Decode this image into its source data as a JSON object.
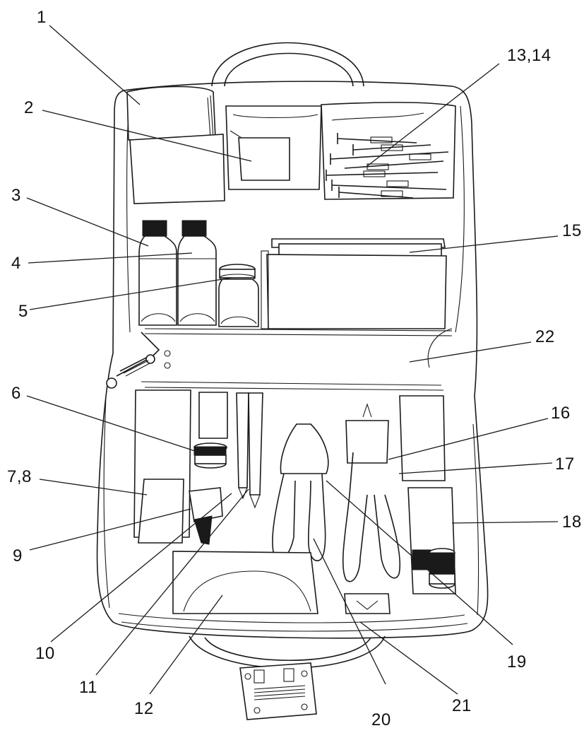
{
  "callouts": [
    {
      "id": "c1",
      "label": "1"
    },
    {
      "id": "c2",
      "label": "2"
    },
    {
      "id": "c3",
      "label": "3"
    },
    {
      "id": "c4",
      "label": "4"
    },
    {
      "id": "c5",
      "label": "5"
    },
    {
      "id": "c6",
      "label": "6"
    },
    {
      "id": "c78",
      "label": "7,8"
    },
    {
      "id": "c9",
      "label": "9"
    },
    {
      "id": "c10",
      "label": "10"
    },
    {
      "id": "c11",
      "label": "11"
    },
    {
      "id": "c12",
      "label": "12"
    },
    {
      "id": "c1314",
      "label": "13,14"
    },
    {
      "id": "c15",
      "label": "15"
    },
    {
      "id": "c16",
      "label": "16"
    },
    {
      "id": "c17",
      "label": "17"
    },
    {
      "id": "c18",
      "label": "18"
    },
    {
      "id": "c19",
      "label": "19"
    },
    {
      "id": "c20",
      "label": "20"
    },
    {
      "id": "c21",
      "label": "21"
    },
    {
      "id": "c22",
      "label": "22"
    }
  ]
}
